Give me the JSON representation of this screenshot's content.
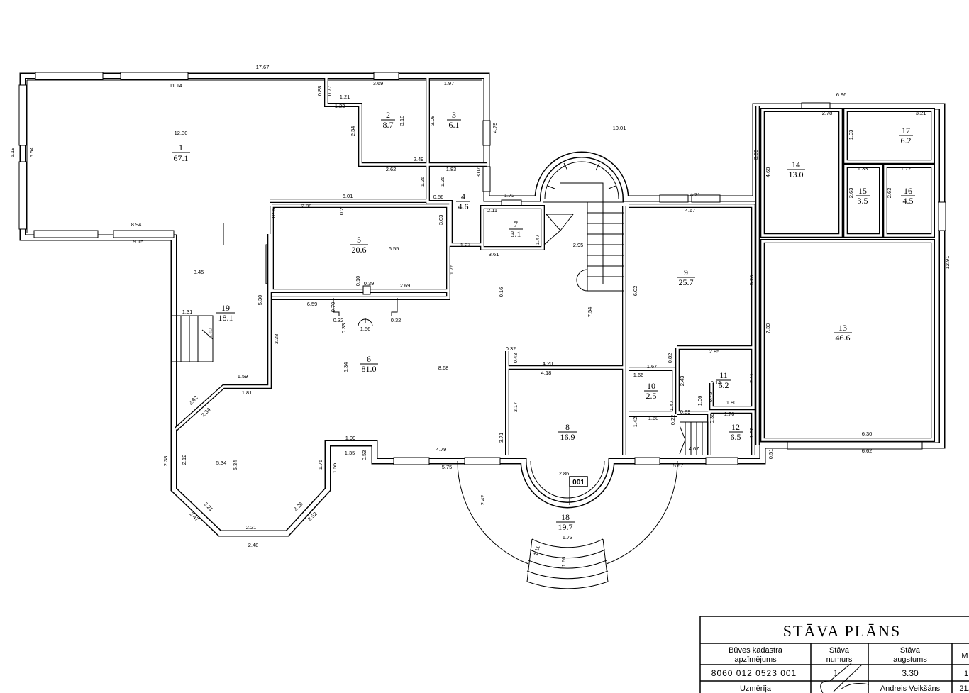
{
  "rooms": [
    {
      "num": "1",
      "area": "67.1"
    },
    {
      "num": "2",
      "area": "8.7"
    },
    {
      "num": "3",
      "area": "6.1"
    },
    {
      "num": "4",
      "area": "4.6"
    },
    {
      "num": "5",
      "area": "20.6"
    },
    {
      "num": "6",
      "area": "81.0"
    },
    {
      "num": "7",
      "area": "3.1"
    },
    {
      "num": "8",
      "area": "16.9"
    },
    {
      "num": "9",
      "area": "25.7"
    },
    {
      "num": "10",
      "area": "2.5"
    },
    {
      "num": "11",
      "area": "6.2"
    },
    {
      "num": "12",
      "area": "6.5"
    },
    {
      "num": "13",
      "area": "46.6"
    },
    {
      "num": "14",
      "area": "13.0"
    },
    {
      "num": "15",
      "area": "3.5"
    },
    {
      "num": "16",
      "area": "4.5"
    },
    {
      "num": "17",
      "area": "6.2"
    },
    {
      "num": "18",
      "area": "19.7"
    },
    {
      "num": "19",
      "area": "18.1"
    }
  ],
  "dims": [
    "17.67",
    "11.14",
    "12.30",
    "6.19",
    "5.54",
    "8.94",
    "9.15",
    "0.88",
    "0.77",
    "1.21",
    "1.23",
    "2.34",
    "3.69",
    "3.10",
    "2.49",
    "2.62",
    "1.97",
    "3.08",
    "4.79",
    "1.26",
    "1.26",
    "1.83",
    "3.07",
    "6.01",
    "0.56",
    "2.88",
    "0.21",
    "0.96",
    "3.03",
    "1.27",
    "6.55",
    "1.76",
    "0.10",
    "0.39",
    "2.69",
    "6.59",
    "0.70",
    "0.32",
    "0.33",
    "1.56",
    "0.32",
    "3.45",
    "5.30",
    "1.31",
    "1.40",
    "3.38",
    "5.34",
    "8.68",
    "1.59",
    "1.81",
    "2.62",
    "2.34",
    "2.38",
    "2.12",
    "5.34",
    "5.34",
    "1.75",
    "1.56",
    "1.99",
    "1.35",
    "0.53",
    "4.79",
    "5.75",
    "3.71",
    "3.17",
    "2.21",
    "2.47",
    "2.26",
    "2.52",
    "2.21",
    "2.48",
    "2.42",
    "2.86",
    "1.73",
    "1.11",
    "1.66",
    "10.01",
    "1.72",
    "2.11",
    "1.47",
    "3.61",
    "2.95",
    "0.16",
    "7.54",
    "0.32",
    "0.43",
    "4.20",
    "4.18",
    "4.71",
    "4.67",
    "6.02",
    "5.20",
    "1.67",
    "0.82",
    "1.66",
    "2.85",
    "2.43",
    "2.11",
    "0.14",
    "1.06",
    "0.75",
    "1.80",
    "0.89",
    "1.47",
    "1.42",
    "1.68",
    "0.22",
    "0.36",
    "1.76",
    "1.52",
    "4.67",
    "5.67",
    "6.96",
    "2.78",
    "3.21",
    "1.93",
    "3.59",
    "4.68",
    "1.33",
    "1.72",
    "2.63",
    "2.63",
    "12.91",
    "7.39",
    "6.30",
    "6.62",
    "0.51"
  ],
  "entrance_tag": "001",
  "title_block": {
    "title": "STĀVA PLĀNS",
    "col1_header_l1": "Būves kadastra",
    "col1_header_l2": "apzīmējums",
    "col2_header_l1": "Stāva",
    "col2_header_l2": "numurs",
    "col3_header_l1": "Stāva",
    "col3_header_l2": "augstums",
    "col4_header": "M",
    "cadastre": "8060 012 0523 001",
    "floor_number": "1",
    "floor_height": "3.30",
    "col4_value": "1",
    "measured_label": "Uzmērīja",
    "measured_by": "Andreis Veikšāns",
    "date_partial": "21."
  }
}
